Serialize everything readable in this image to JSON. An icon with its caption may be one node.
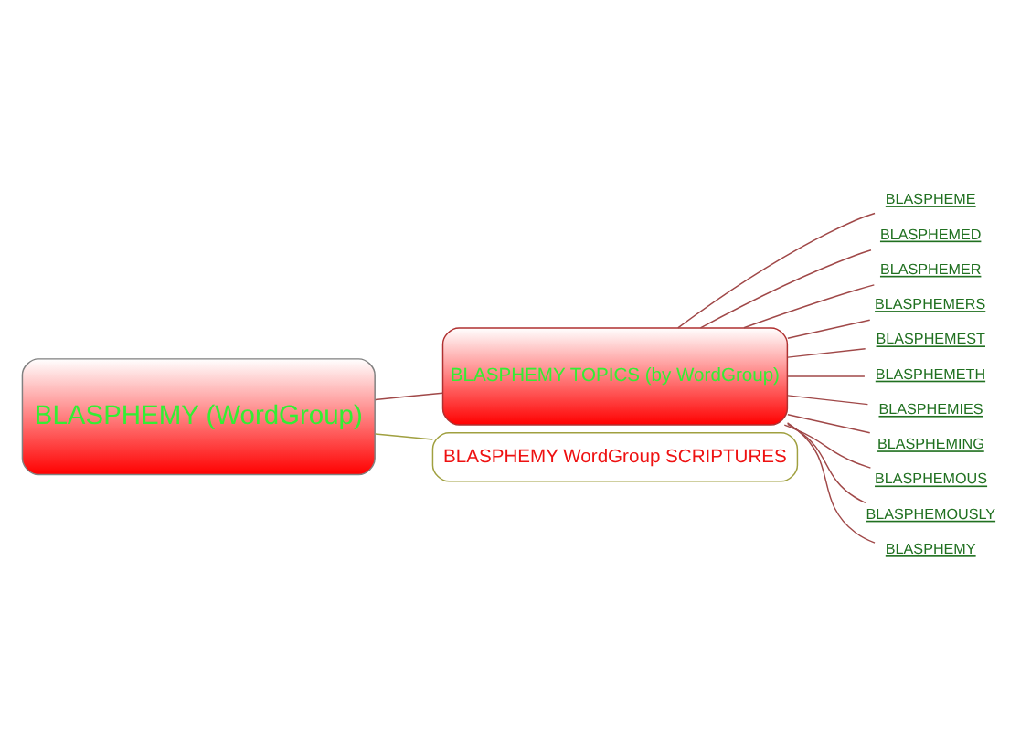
{
  "diagram": {
    "nodes": [
      {
        "text": [
          "BLASPHEMY (WordGroup)"
        ]
      },
      {
        "text": [
          "BLASPHEMY TOPICS (by WordGroup)"
        ]
      },
      {
        "text": [
          "BLASPHEME"
        ]
      },
      {
        "text": [
          "BLASPHEMED"
        ]
      },
      {
        "text": [
          "BLASPHEMER"
        ]
      },
      {
        "text": [
          "BLASPHEMERS"
        ]
      },
      {
        "text": [
          "BLASPHEMEST"
        ]
      },
      {
        "text": [
          "BLASPHEMETH"
        ]
      },
      {
        "text": [
          "BLASPHEMIES"
        ]
      },
      {
        "text": [
          "BLASPHEMING"
        ]
      },
      {
        "text": [
          "BLASPHEMOUS"
        ]
      },
      {
        "text": [
          "BLASPHEMOUSLY"
        ]
      },
      {
        "text": [
          "BLASPHEMY"
        ]
      },
      {
        "text": [
          "BLASPHEMY WordGroup SCRIPTURES"
        ]
      }
    ],
    "edges": [
      {
        "from": 0,
        "to": 1,
        "arrow": "none"
      },
      {
        "from": 1,
        "to": 2,
        "arrow": "none"
      },
      {
        "from": 1,
        "to": 3,
        "arrow": "none"
      },
      {
        "from": 1,
        "to": 4,
        "arrow": "none"
      },
      {
        "from": 1,
        "to": 5,
        "arrow": "none"
      },
      {
        "from": 1,
        "to": 6,
        "arrow": "none"
      },
      {
        "from": 1,
        "to": 7,
        "arrow": "none"
      },
      {
        "from": 1,
        "to": 8,
        "arrow": "none"
      },
      {
        "from": 1,
        "to": 9,
        "arrow": "none"
      },
      {
        "from": 1,
        "to": 10,
        "arrow": "none"
      },
      {
        "from": 1,
        "to": 11,
        "arrow": "none"
      },
      {
        "from": 1,
        "to": 12,
        "arrow": "none"
      },
      {
        "from": 0,
        "to": 13,
        "arrow": "none",
        "color": "#a0a040"
      }
    ]
  }
}
